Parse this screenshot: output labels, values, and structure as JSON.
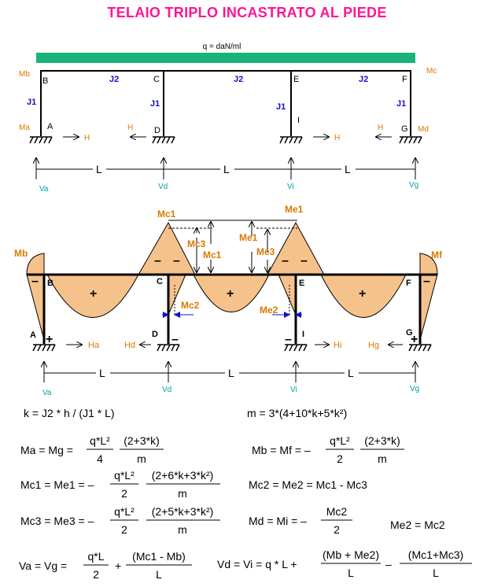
{
  "title": "TELAIO TRIPLO INCASTRATO AL PIEDE",
  "load": "q = daN/ml",
  "frame": {
    "nodes": {
      "B": "B",
      "C": "C",
      "E": "E",
      "F": "F",
      "A": "A",
      "D": "D",
      "I": "I",
      "G": "G"
    },
    "beam_inertia": "J2",
    "column_inertia": "J1",
    "moment_left": "Mb",
    "moment_right": "Mc",
    "moment_a": "Ma",
    "moment_g": "Md",
    "horizontal": "H",
    "span": "L",
    "reactions": {
      "Va": "Va",
      "Vd": "Vd",
      "Vi": "Vi",
      "Vg": "Vg"
    }
  },
  "moment_diagram": {
    "labels": {
      "Mc1": "Mc1",
      "Me1": "Me1",
      "Mc3": "Mc3",
      "Me3": "Me3",
      "Mb": "Mb",
      "Mf": "Mf",
      "Mc2": "Mc2",
      "Me2": "Me2"
    },
    "horizontals": {
      "Ha": "Ha",
      "Hd": "Hd",
      "Hi": "Hi",
      "Hg": "Hg"
    },
    "span": "L",
    "reactions": {
      "Va": "Va",
      "Vd": "Vd",
      "Vi": "Vi",
      "Vg": "Vg"
    },
    "colors": {
      "fill": "#f6c28c",
      "load": "#1ab37a",
      "title": "#ff1493"
    }
  },
  "formulas": {
    "k": "k =  J2 * h / (J1 * L)",
    "m": "m = 3*(4+10*k+5*k²)",
    "ma_lhs": "Ma = Mg =",
    "ma_num1": "q*L²",
    "ma_den1": "4",
    "ma_num2": "(2+3*k)",
    "ma_den2": "m",
    "mb_lhs": "Mb = Mf = –",
    "mb_num1": "q*L²",
    "mb_den1": "2",
    "mb_num2": "(2+3*k)",
    "mb_den2": "m",
    "mc1_lhs": "Mc1 = Me1 =  –",
    "mc1_num1": "q*L²",
    "mc1_den1": "2",
    "mc1_num2": "(2+6*k+3*k²)",
    "mc1_den2": "m",
    "mc2": "Mc2 = Me2 = Mc1 - Mc3",
    "mc3_lhs": "Mc3 = Me3 = –",
    "mc3_num1": "q*L²",
    "mc3_den1": "2",
    "mc3_num2": "(2+5*k+3*k²)",
    "mc3_den2": "m",
    "md_lhs": "Md = Mi = –",
    "md_num": "Mc2",
    "md_den": "2",
    "me2": "Me2 = Mc2",
    "va_lhs": "Va =  Vg =",
    "va_num1": "q*L",
    "va_den1": "2",
    "va_plus": "+",
    "va_num2": "(Mc1 - Mb)",
    "va_den2": "L",
    "vd_lhs": "Vd =  Vi =  q * L +",
    "vd_num1": "(Mb + Me2)",
    "vd_den1": "L",
    "vd_minus": "–",
    "vd_num2": "(Mc1+Mc3)",
    "vd_den2": "L"
  }
}
